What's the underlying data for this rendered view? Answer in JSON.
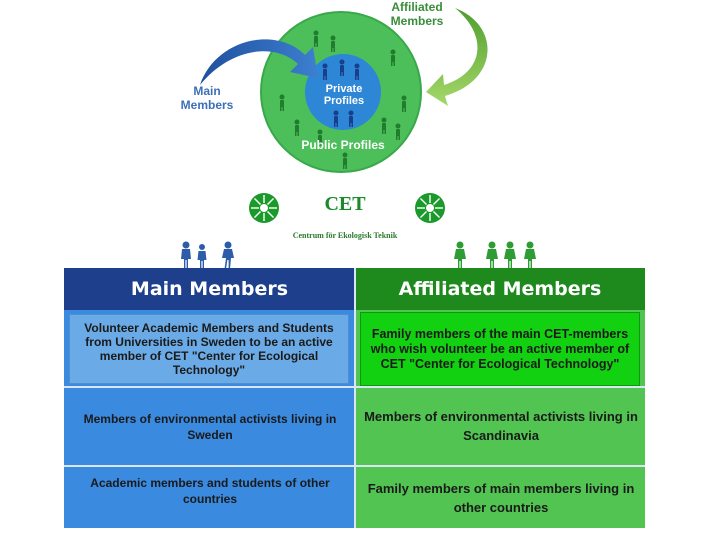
{
  "circle": {
    "inner_label": "Private Profiles",
    "outer_label": "Public Profiles"
  },
  "arrows": {
    "main_label": "Main Members",
    "affiliated_label": "Affiliated Members"
  },
  "logo": {
    "title": "CET",
    "subtitle": "Centrum för Ekologisk Teknik"
  },
  "table": {
    "main_header": "Main Members",
    "affiliated_header": "Affiliated Members",
    "main_rows": [
      "Volunteer Academic Members and Students from Universities in Sweden to be an active member of CET \"Center for Ecological Technology\"",
      "Members of environmental activists living in Sweden",
      "Academic members and students of other countries"
    ],
    "affiliated_rows": [
      "Family members of the main CET-members who wish volunteer be an active member of CET \"Center for Ecological Technology\"",
      "Members of environmental activists living in Scandinavia",
      "Family members of main members living in other countries"
    ]
  },
  "colors": {
    "main_header": "#1d3f8c",
    "main_body": "#3a8ae0",
    "affiliated_header": "#1e8a1e",
    "affiliated_body": "#52c452",
    "circle_outer": "#4cbf5a",
    "circle_inner": "#2e86d6"
  }
}
